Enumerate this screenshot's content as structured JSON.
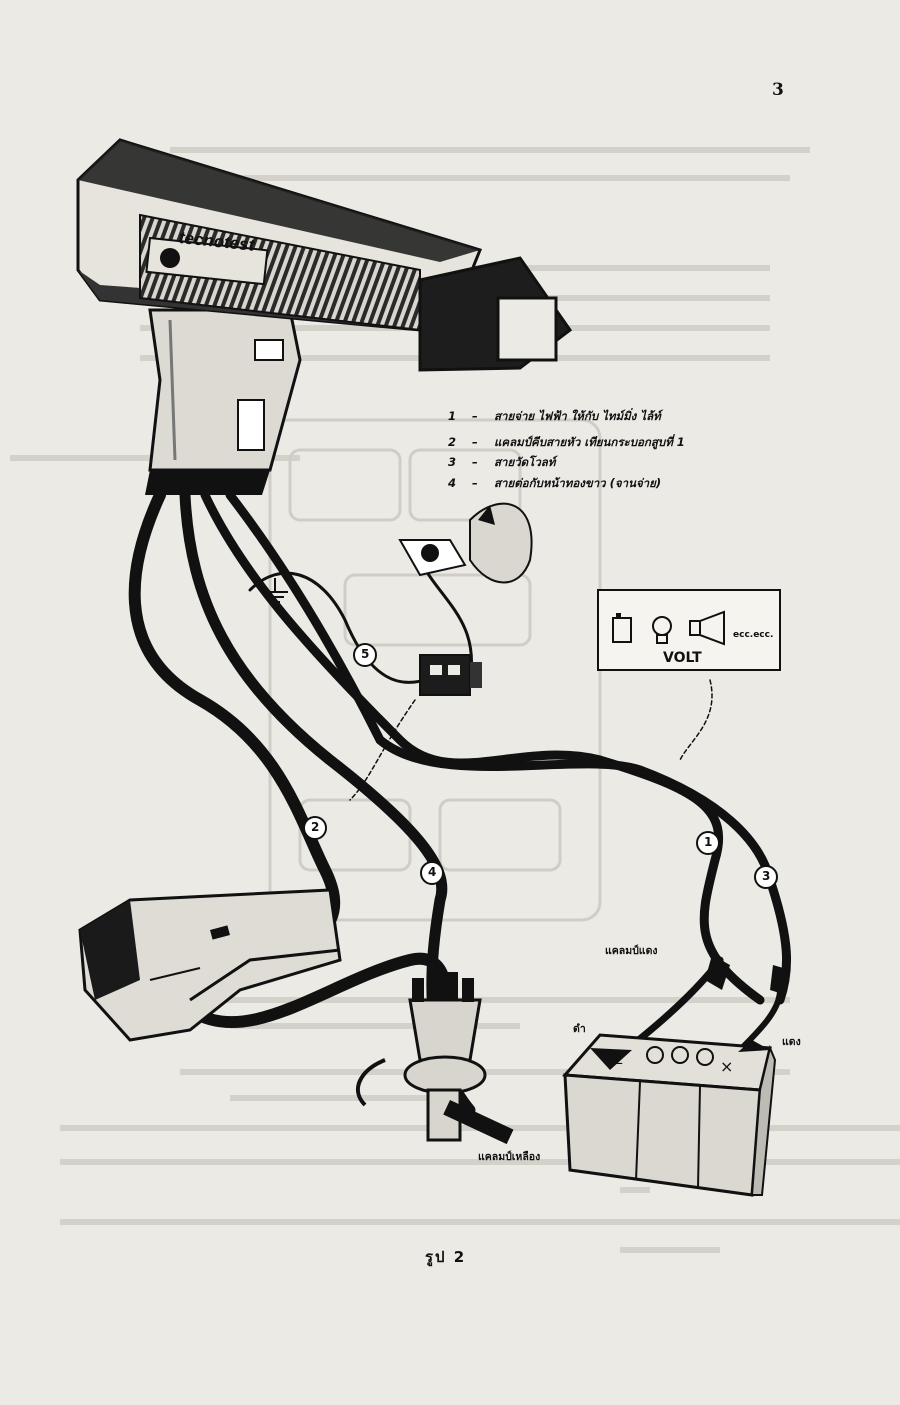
{
  "page_number": "3",
  "brand": "tecnotest",
  "legend": [
    {
      "num": "1",
      "text": "สายจ่าย ไฟฟ้า ให้กับ ไทม์มิ่ง ไล้ท์"
    },
    {
      "num": "2",
      "text": "แคลมป์คีบสายหัว เทียนกระบอกสูบที่ 1"
    },
    {
      "num": "3",
      "text": "สายวัดโวลท์"
    },
    {
      "num": "4",
      "text": "สายต่อกับหน้าทองขาว (จานจ่าย)"
    }
  ],
  "legend_dash": "–",
  "volt_label": "VOLT",
  "volt_sublabel": "ecc.ecc.",
  "callouts": [
    "1",
    "2",
    "3",
    "4",
    "5"
  ],
  "clamp_red_label": "แคลมป์แดง",
  "clamp_yellow_label": "แคลมป์เหลือง",
  "battery_black_label": "ดำ",
  "battery_red_label": "แดง",
  "caption": "รูป 2"
}
